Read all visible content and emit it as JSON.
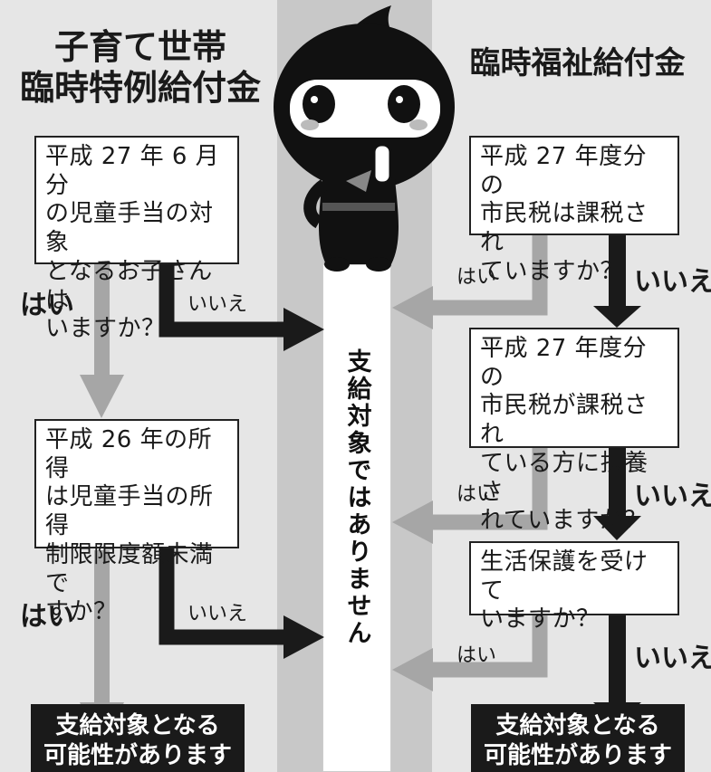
{
  "left": {
    "title": "子育て世帯\n臨時特例給付金",
    "q1": "平成 27 年 6 月分\nの児童手当の対象\nとなるお子さんは\nいますか？",
    "q2": "平成 26 年の所得\nは児童手当の所得\n制限限度額未満で\nすか？",
    "yes1": "はい",
    "no1": "いいえ",
    "yes2": "はい",
    "no2": "いいえ",
    "result": "支給対象となる\n可能性があります"
  },
  "right": {
    "title": "臨時福祉給付金",
    "q1": "平成 27 年度分の\n市民税は課税され\nていますか？",
    "q2": "平成 27 年度分の\n市民税が課税され\nている方に扶養さ\nれていますか？",
    "q3": "生活保護を受けて\nいますか？",
    "yes1": "はい",
    "no1": "いいえ",
    "yes2": "はい",
    "no2": "いいえ",
    "yes3": "はい",
    "no3": "いいえ",
    "result": "支給対象となる\n可能性があります"
  },
  "center": {
    "not_eligible": "支給対象ではありません"
  },
  "colors": {
    "yes_arrow": "#a6a6a6",
    "no_arrow": "#1a1a1a",
    "panel": "#e6e6e6",
    "mascot": "#111111"
  },
  "icons": {
    "mascot": "ninja-mascot-icon"
  }
}
